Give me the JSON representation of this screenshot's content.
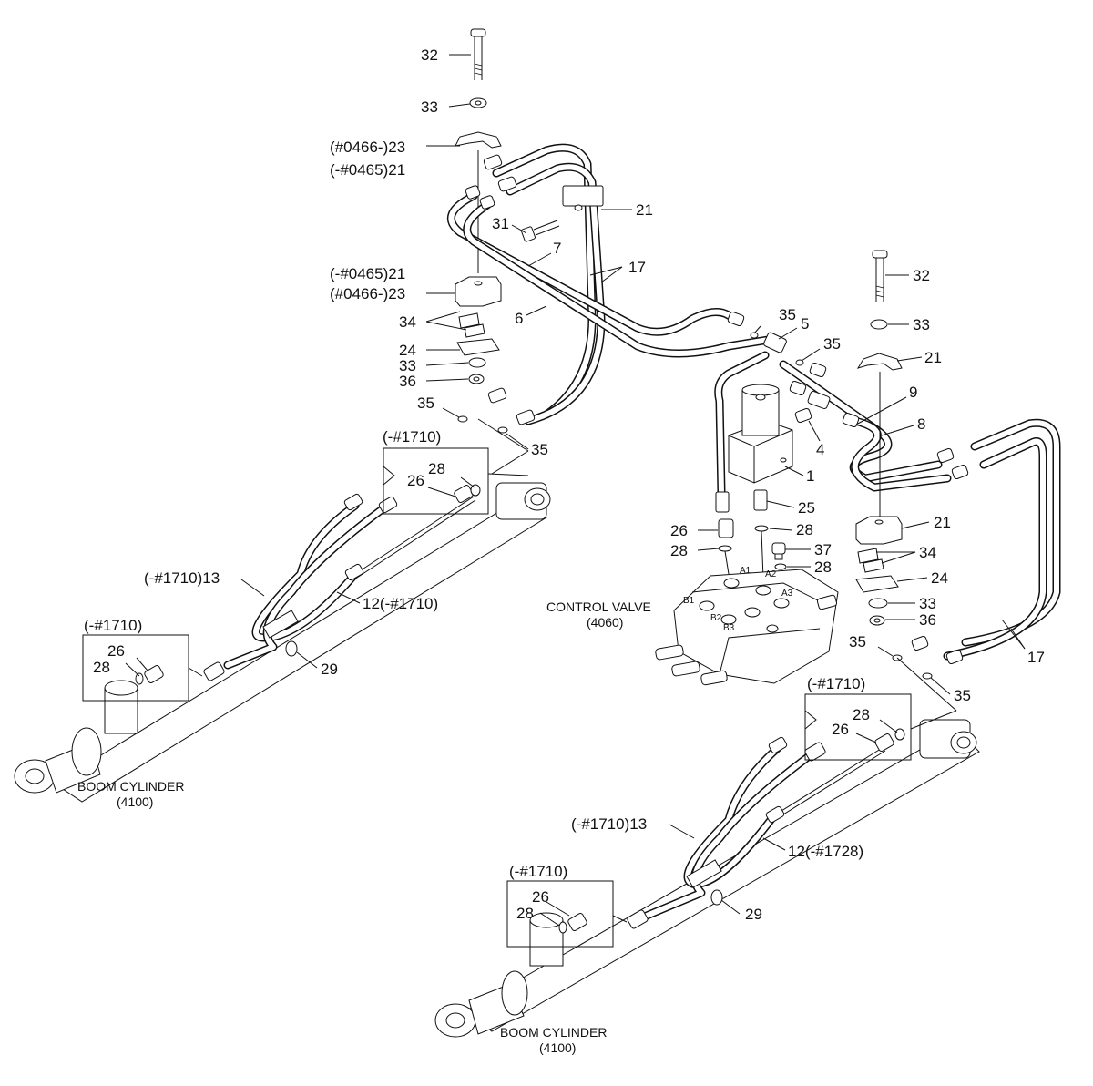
{
  "labels": {
    "l32a": "32",
    "l33a": "33",
    "l23a": "(#0466-)23",
    "l21a": "(-#0465)21",
    "l31": "31",
    "l21b": "21",
    "l7": "7",
    "l17a": "17",
    "l21c": "(-#0465)21",
    "l23b": "(#0466-)23",
    "l6": "6",
    "l34a": "34",
    "l24a": "24",
    "l33b": "33",
    "l36a": "36",
    "l35a": "35",
    "l35b": "35",
    "l1710a": "(-#1710)",
    "l28a": "28",
    "l26a": "26",
    "l13a": "(-#1710)13",
    "l12a": "12(-#1710)",
    "l1710b": "(-#1710)",
    "l26b": "26",
    "l28b": "28",
    "l29a": "29",
    "boom_a": "BOOM CYLINDER",
    "boom_a_no": "(4100)",
    "l35c": "35",
    "l5": "5",
    "l35d": "35",
    "l32b": "32",
    "l33c": "33",
    "l21d": "21",
    "l9": "9",
    "l8": "8",
    "l4": "4",
    "l1": "1",
    "l25": "25",
    "l26c": "26",
    "l28c": "28",
    "l28d": "28",
    "l37": "37",
    "l28e": "28",
    "cv": "CONTROL VALVE",
    "cv_no": "(4060)",
    "l21e": "21",
    "l34b": "34",
    "l24b": "24",
    "l33d": "33",
    "l36b": "36",
    "l35e": "35",
    "l17b": "17",
    "l35f": "35",
    "l1710c": "(-#1710)",
    "l28f": "28",
    "l26d": "26",
    "l13b": "(-#1710)13",
    "l12b": "12(-#1728)",
    "l1710d": "(-#1710)",
    "l26e": "26",
    "l28g": "28",
    "l29b": "29",
    "boom_b": "BOOM CYLINDER",
    "boom_b_no": "(4100)"
  },
  "port_labels": {
    "a1": "A1",
    "a2": "A2",
    "a3": "A3",
    "b1": "B1",
    "b2": "B2",
    "b3": "B3"
  }
}
